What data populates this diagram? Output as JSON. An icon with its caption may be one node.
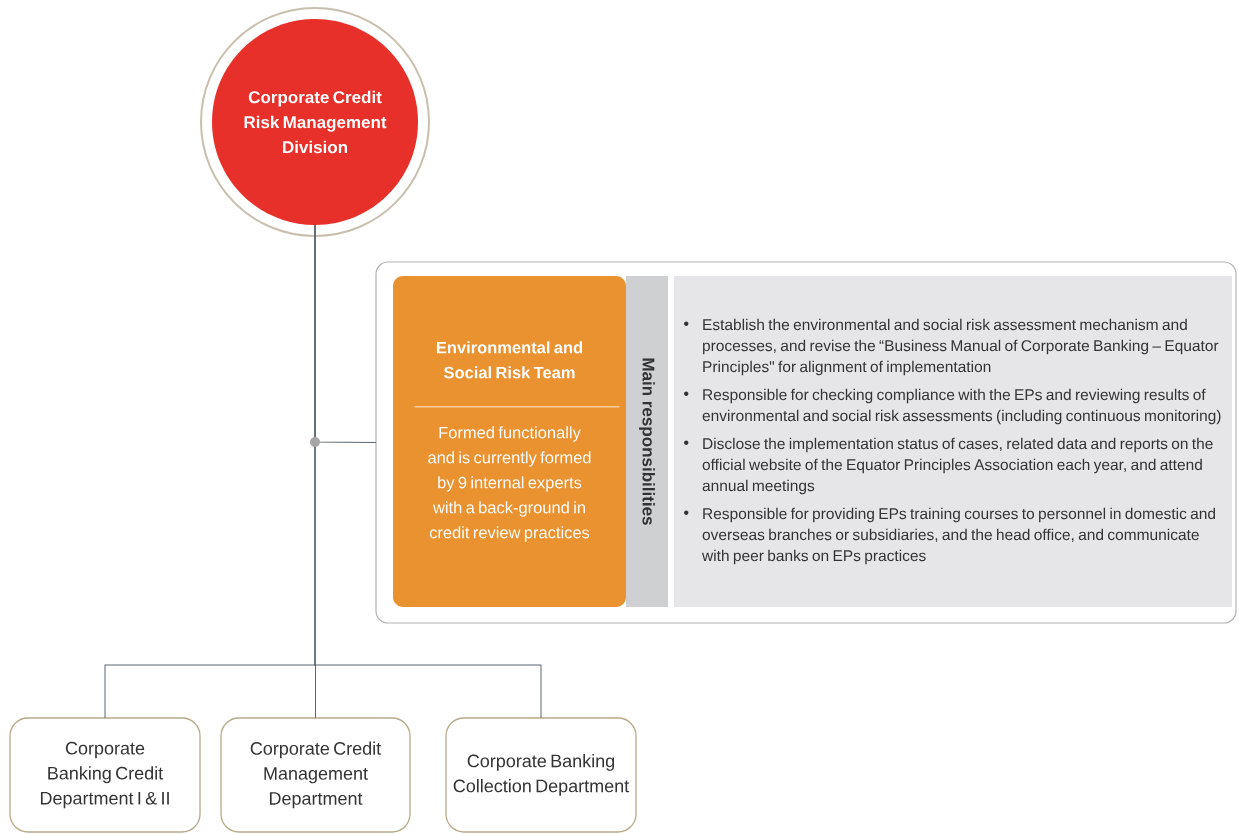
{
  "diagram": {
    "nodes": [
      {
        "text": [
          "Corporate Credit Risk Management Division"
        ]
      },
      {
        "text": [],
        "shape": "box"
      },
      {
        "text": [
          "Environmental and Social Risk Team",
          "Formed functionally and is currently formed by 9 internal experts with a back-ground in credit review practices"
        ],
        "in": 1
      },
      {
        "text": [
          "Main responsibilities"
        ],
        "in": 1
      },
      {
        "text": [
          "Establish the environmental and social risk assessment mechanism and processes, and revise the “Business Manual of Corporate Banking – Equator Principles\" for alignment of implementation",
          "Responsible for checking compliance with the EPs and reviewing results of environmental and social risk assessments (including continuous monitoring)",
          "Disclose the implementation status of cases, related data and reports on the official website of the Equator Principles Association each year, and attend annual meetings",
          "Responsible for providing EPs training courses to personnel in domestic and overseas branches or subsidiaries, and the head office, and communicate with peer banks on EPs practices"
        ],
        "in": 1
      },
      {
        "text": [
          "Corporate Banking Credit Department I & II"
        ]
      },
      {
        "text": [
          "Corporate Credit Management Department"
        ]
      },
      {
        "text": [
          "Corporate Banking Collection Department"
        ]
      }
    ],
    "edges": [
      {
        "from": 0,
        "to": 1,
        "arrow": "none"
      },
      {
        "from": 0,
        "to": 5,
        "arrow": "none"
      },
      {
        "from": 0,
        "to": 6,
        "arrow": "none"
      },
      {
        "from": 0,
        "to": 7,
        "arrow": "none"
      }
    ]
  }
}
